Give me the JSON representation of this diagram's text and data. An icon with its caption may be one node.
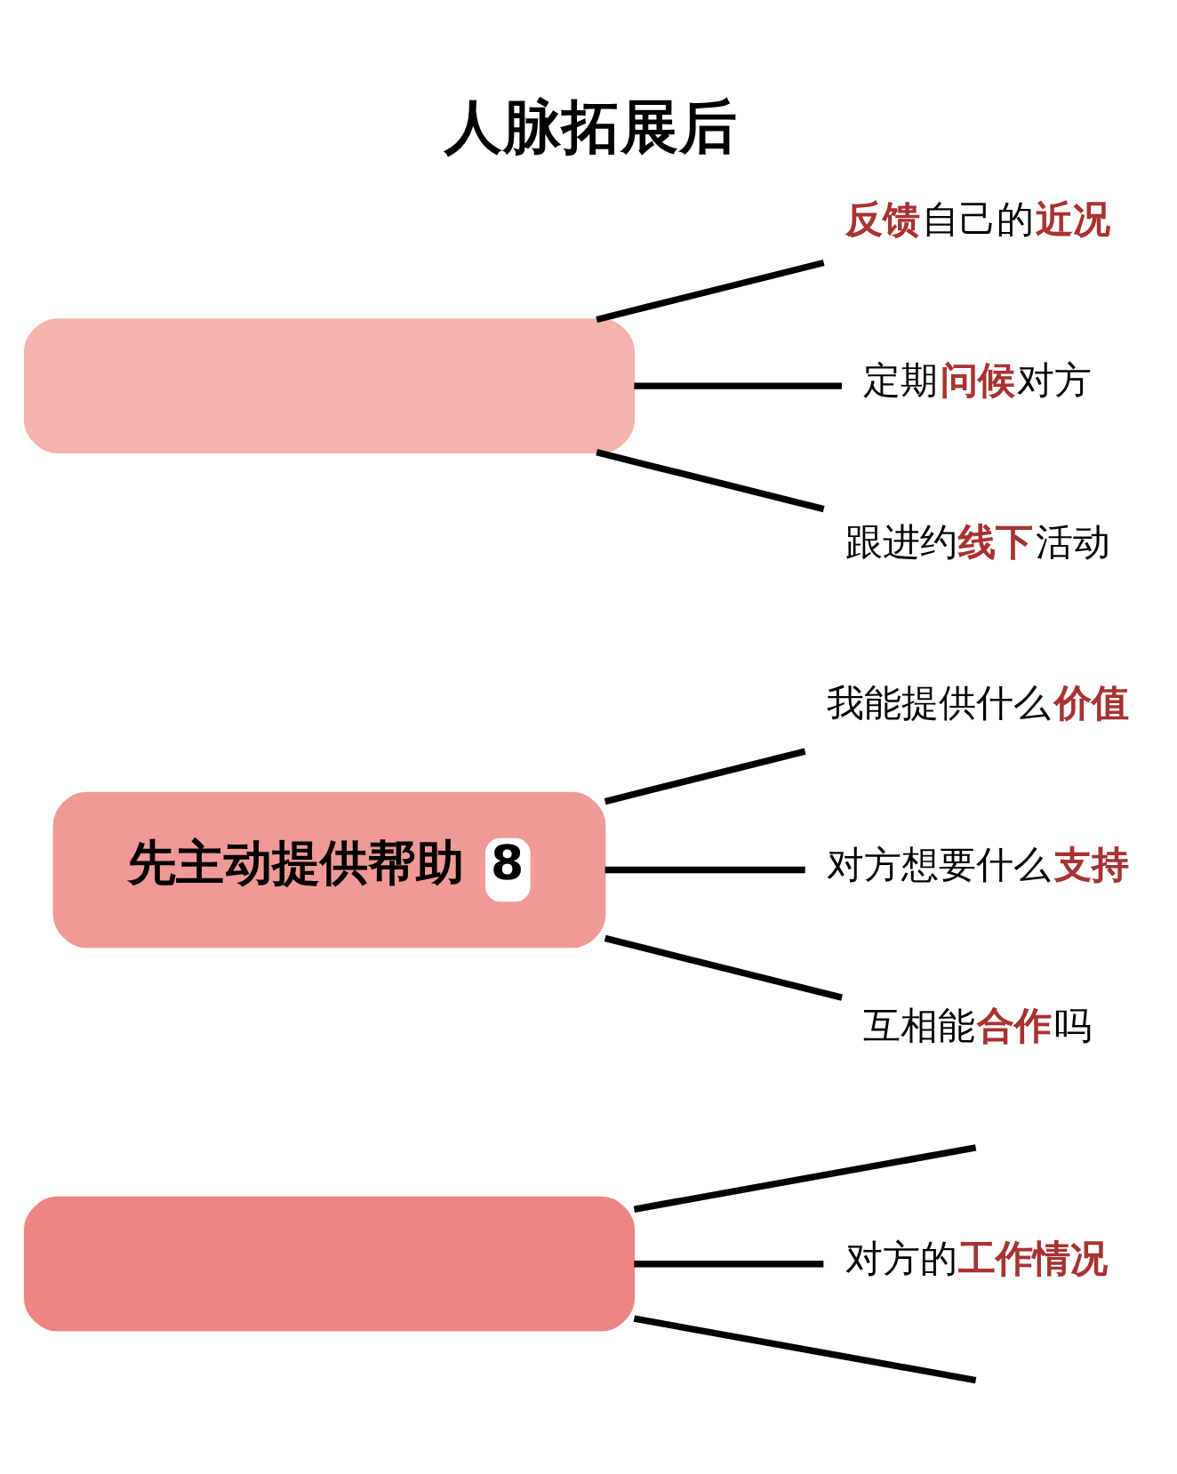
{
  "diagram": {
    "title": "人脉拓展后",
    "nodes": [
      {
        "text": [],
        "shape": "box"
      },
      {
        "text": [
          "**反馈**自己的**近况**"
        ]
      },
      {
        "text": [
          "定期**问候**对方"
        ]
      },
      {
        "text": [
          "跟进约**线下**活动"
        ]
      },
      {
        "text": [
          "我能提供什么**价值**"
        ]
      },
      {
        "text": [
          "对方想要什么**支持**"
        ]
      },
      {
        "text": [
          "互相能**合作**吗"
        ]
      },
      {
        "text": [
          "先主动提供帮助",
          "8"
        ]
      },
      {
        "text": [],
        "shape": "box"
      },
      {
        "text": [
          "对方的**工作情况**"
        ]
      }
    ],
    "edges": [
      {
        "from": 0,
        "to": 1,
        "arrow": "none"
      },
      {
        "from": 0,
        "to": 2,
        "arrow": "none"
      },
      {
        "from": 0,
        "to": 3,
        "arrow": "none"
      },
      {
        "from": 7,
        "to": 4,
        "arrow": "none"
      },
      {
        "from": 7,
        "to": 5,
        "arrow": "none"
      },
      {
        "from": 7,
        "to": 6,
        "arrow": "none"
      },
      {
        "from": 8,
        "to": null,
        "arrow": "none"
      },
      {
        "from": 8,
        "to": 9,
        "arrow": "none"
      },
      {
        "from": 8,
        "to": null,
        "arrow": "none"
      }
    ]
  }
}
